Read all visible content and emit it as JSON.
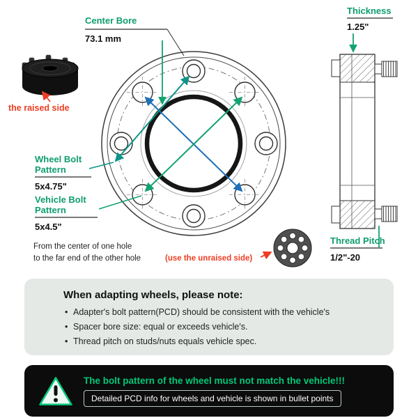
{
  "colors": {
    "heading_green": "#0f9d70",
    "warning_green": "#00c878",
    "alert_red": "#ee3d22",
    "arrow_blue": "#1d6fb8",
    "arrow_teal": "#0d9488",
    "arrow_green": "#12a370",
    "note_box_bg": "#e4e9e6",
    "warning_box_bg": "#0c0c0c"
  },
  "icons": {
    "warning": "triangle-exclamation",
    "measure_arrow": "arrow-right"
  },
  "diagram": {
    "center_bore": {
      "label": "Center Bore",
      "value": "73.1 mm"
    },
    "raised_side_label": "the raised side",
    "thickness": {
      "label": "Thickness",
      "value": "1.25\""
    },
    "wheel_bolt_pattern": {
      "label_line1": "Wheel Bolt",
      "label_line2": "Pattern",
      "value": "5x4.75\""
    },
    "vehicle_bolt_pattern": {
      "label_line1": "Vehicle Bolt",
      "label_line2": "Pattern",
      "value": "5x4.5\""
    },
    "thread_pitch": {
      "label": "Thread Pitch",
      "value": "1/2\"-20"
    },
    "measure_note": {
      "line1": "From the center of one hole",
      "line2": "to the far end of the other hole",
      "line2_highlight": "(use the unraised side)"
    }
  },
  "note_box": {
    "title": "When adapting wheels, please note:",
    "bullets": [
      "Adapter's bolt pattern(PCD) should be consistent with the vehicle's",
      "Spacer bore size: equal or exceeds vehicle's.",
      "Thread pitch on studs/nuts equals vehicle spec."
    ]
  },
  "warning_box": {
    "headline": "The bolt pattern of the wheel must not match the vehicle!!!",
    "detail": "Detailed PCD info for wheels and vehicle is shown in bullet points"
  }
}
